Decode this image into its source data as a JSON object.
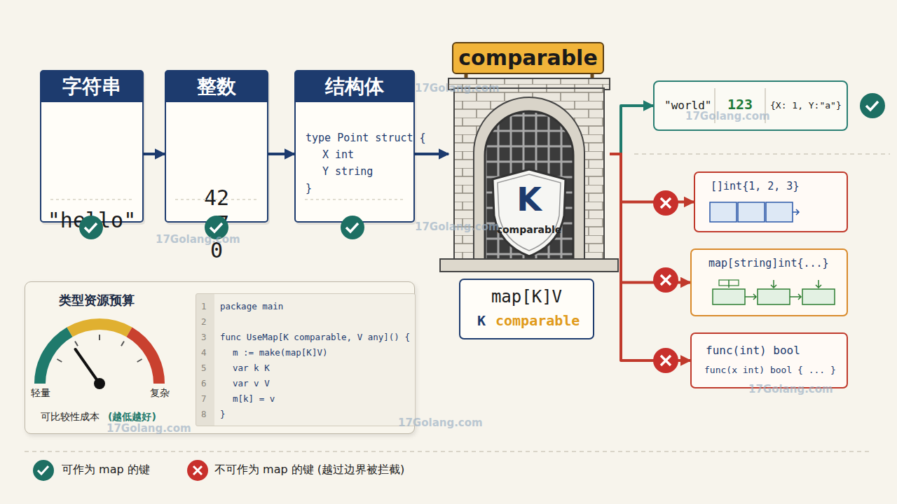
{
  "diagram": {
    "nodes": [
      {
        "text": [
          "字符串",
          "\"hello\""
        ]
      },
      {
        "text": [
          "整数",
          "42",
          "-7",
          "0"
        ]
      },
      {
        "text": [
          "结构体",
          "type Point struct {",
          "X int",
          "Y string",
          "}"
        ]
      },
      {
        "text": [
          "comparable"
        ]
      },
      {
        "text": [
          "K",
          "comparable"
        ],
        "in": 3
      },
      {
        "text": [
          "map[K]V",
          "K",
          "comparable"
        ]
      },
      {
        "text": [
          "\"world\"",
          "123",
          "{X: 1, Y:\"a\"}"
        ]
      },
      {
        "text": [
          "[]int{1, 2, 3}"
        ]
      },
      {
        "text": [
          "map[string]int{...}"
        ]
      },
      {
        "text": [
          "func(int) bool",
          "func(x int) bool { ... }"
        ]
      },
      {
        "text": [
          "类型资源预算",
          "轻量",
          "复杂",
          "可比较性成本",
          "(越低越好)"
        ]
      },
      {
        "text": [
          "1",
          "package main",
          "2",
          "3",
          "func UseMap[K comparable, V any]() {",
          "4",
          "m := make(map[K]V)",
          "5",
          "var k K",
          "6",
          "var v V",
          "7",
          "m[k] = v",
          "8",
          "}"
        ],
        "in": 10
      }
    ],
    "edges": [
      {
        "from": 0,
        "to": 1,
        "arrow": "to"
      },
      {
        "from": 1,
        "to": 2,
        "arrow": "to"
      },
      {
        "from": 2,
        "to": 3,
        "arrow": "to"
      },
      {
        "from": 3,
        "to": 6,
        "arrow": "to"
      },
      {
        "from": 3,
        "to": 7,
        "arrow": "to"
      },
      {
        "from": 3,
        "to": 8,
        "arrow": "to"
      },
      {
        "from": 3,
        "to": 9,
        "arrow": "to"
      }
    ],
    "labels": [
      "17Golang.com",
      "17Golang.com",
      "17Golang.com",
      "17Golang.com",
      "17Golang.com",
      "17Golang.com",
      "17Golang.com"
    ],
    "legend": [
      {
        "text": "可作为 map 的键"
      },
      {
        "text": "不可作为 map 的键 (越过边界被拦截)"
      }
    ]
  }
}
